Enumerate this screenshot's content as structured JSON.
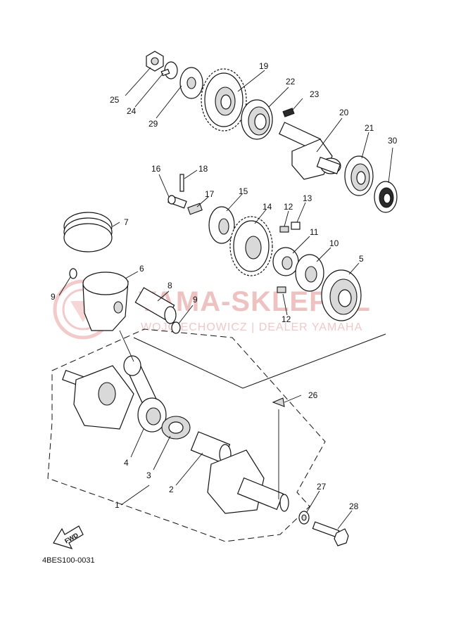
{
  "diagram": {
    "code": "4BES100-0031",
    "fwd_label": "FWD",
    "watermark": {
      "main": "YAMA-SKLEP.PL",
      "sub": "WOJCIECHOWICZ | DEALER YAMAHA"
    },
    "callouts": {
      "c1": "1",
      "c2": "2",
      "c3": "3",
      "c4": "4",
      "c5": "5",
      "c6": "6",
      "c7": "7",
      "c8": "8",
      "c9a": "9",
      "c9b": "9",
      "c10": "10",
      "c11": "11",
      "c12a": "12",
      "c12b": "12",
      "c13": "13",
      "c14": "14",
      "c15": "15",
      "c16": "16",
      "c17": "17",
      "c18": "18",
      "c19": "19",
      "c20": "20",
      "c21": "21",
      "c22": "22",
      "c23": "23",
      "c24": "24",
      "c25": "25",
      "c26": "26",
      "c27": "27",
      "c28": "28",
      "c29": "29",
      "c30": "30"
    }
  }
}
